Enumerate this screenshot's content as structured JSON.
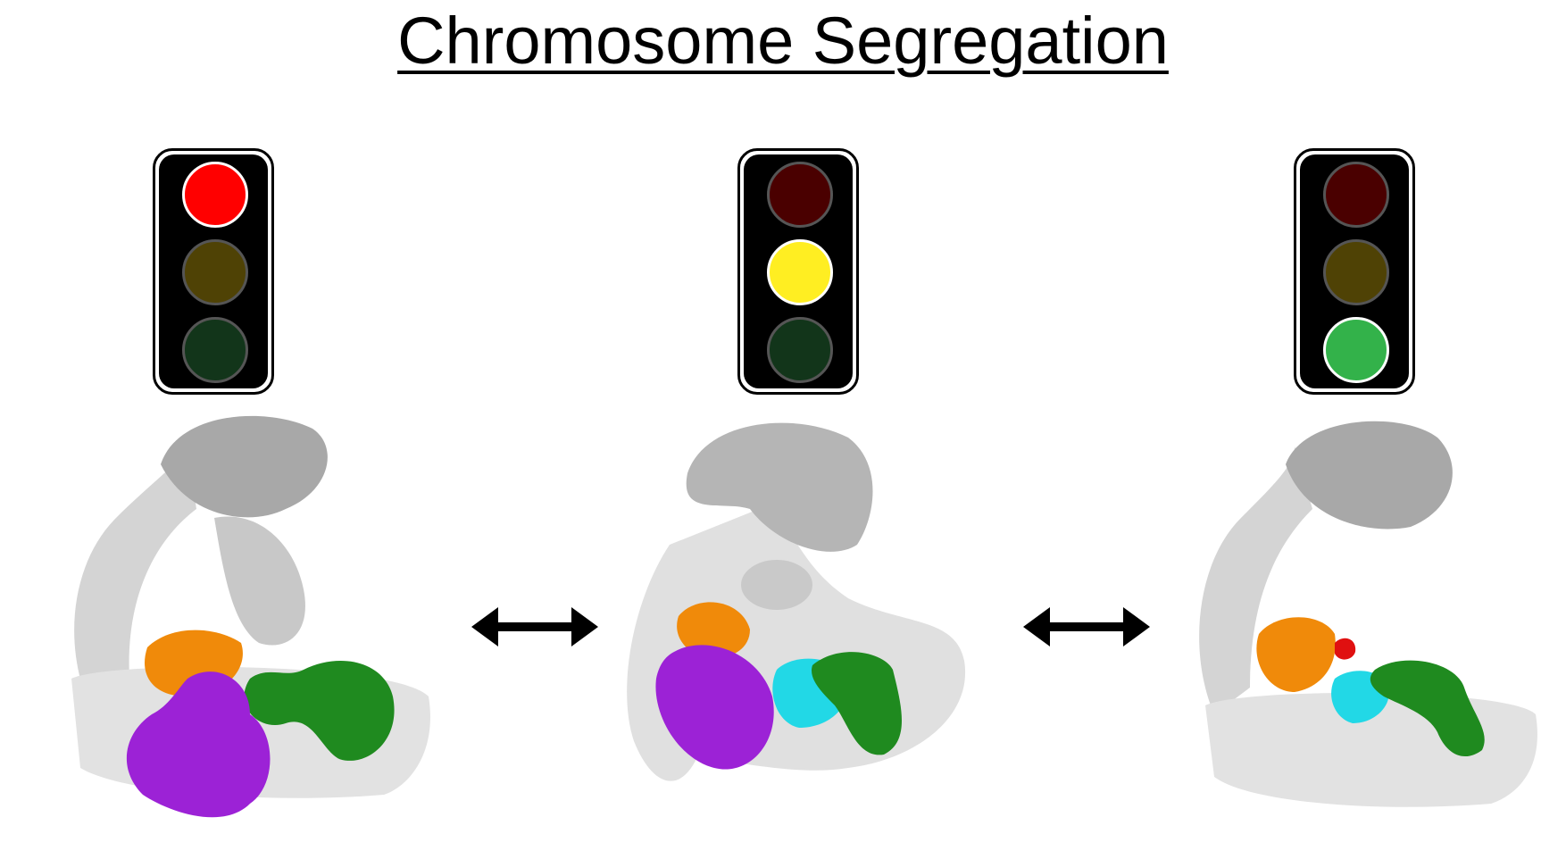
{
  "title": "Chromosome Segregation",
  "panels": [
    {
      "state": "stop",
      "lamps": [
        {
          "color": "#ff0000",
          "on": true
        },
        {
          "color": "#4f4205",
          "on": false
        },
        {
          "color": "#12351a",
          "on": false
        }
      ]
    },
    {
      "state": "caution",
      "lamps": [
        {
          "color": "#4a0000",
          "on": false
        },
        {
          "color": "#ffee22",
          "on": true
        },
        {
          "color": "#12351a",
          "on": false
        }
      ]
    },
    {
      "state": "go",
      "lamps": [
        {
          "color": "#4a0000",
          "on": false
        },
        {
          "color": "#4f4205",
          "on": false
        },
        {
          "color": "#33b24a",
          "on": true
        }
      ]
    }
  ],
  "colors": {
    "orange": "#f08a0a",
    "purple": "#9c22d6",
    "green": "#1f8a1f",
    "cyan": "#22d8e6",
    "red": "#e01010",
    "gray": "#bdbdbd"
  }
}
